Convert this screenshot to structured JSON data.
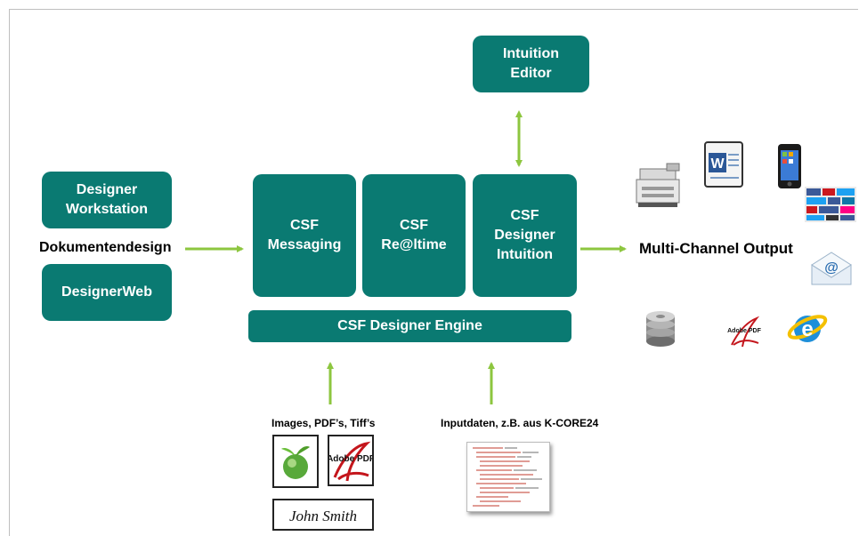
{
  "boxes": {
    "intuition_editor": "Intuition\nEditor",
    "designer_workstation": "Designer\nWorkstation",
    "designer_web": "DesignerWeb",
    "csf_messaging": "CSF\nMessaging",
    "csf_realtime": "CSF\nRe@ltime",
    "csf_designer_intuition": "CSF\nDesigner\nIntuition",
    "csf_designer_engine": "CSF Designer Engine"
  },
  "labels": {
    "dokumentendesign": "Dokumentendesign",
    "multi_channel_output": "Multi-Channel Output",
    "images_input": "Images, PDF’s, Tiff’s",
    "inputdaten": "Inputdaten, z.B. aus  K-CORE24"
  },
  "icons": {
    "adobe_pdf_small": "Adobe PDF",
    "adobe_pdf_card": "Adobe PDF",
    "signature": "John Smith",
    "word_letter": "W",
    "email_symbol": "@",
    "browser_letter": "e"
  },
  "colors": {
    "box": "#0a7a72",
    "arrow": "#8dc63f"
  }
}
